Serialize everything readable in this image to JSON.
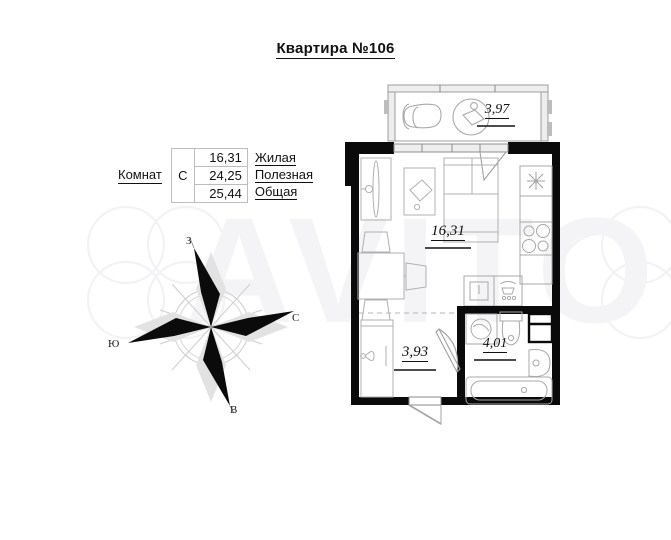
{
  "header": {
    "title": "Квартира №106"
  },
  "legend": {
    "rooms_label": "Комнат",
    "rooms_value": "С",
    "rows": [
      {
        "value": "16,31",
        "label": "Жилая"
      },
      {
        "value": "24,25",
        "label": "Полезная"
      },
      {
        "value": "25,44",
        "label": "Общая"
      }
    ]
  },
  "compass": {
    "north": "С",
    "south": "Ю",
    "east": "В",
    "west": "З"
  },
  "plan": {
    "areas": [
      {
        "name": "balcony",
        "value": "3,97"
      },
      {
        "name": "main-room",
        "value": "16,31"
      },
      {
        "name": "hallway",
        "value": "3,93"
      },
      {
        "name": "bathroom",
        "value": "4,01"
      }
    ]
  },
  "watermark": {
    "text": "AVITO"
  },
  "colors": {
    "wall": "#0a0a0a",
    "thin_line": "#9a9a9a",
    "furniture": "#b4b4b4",
    "text": "#111111",
    "watermark": "#f4f4f6"
  }
}
